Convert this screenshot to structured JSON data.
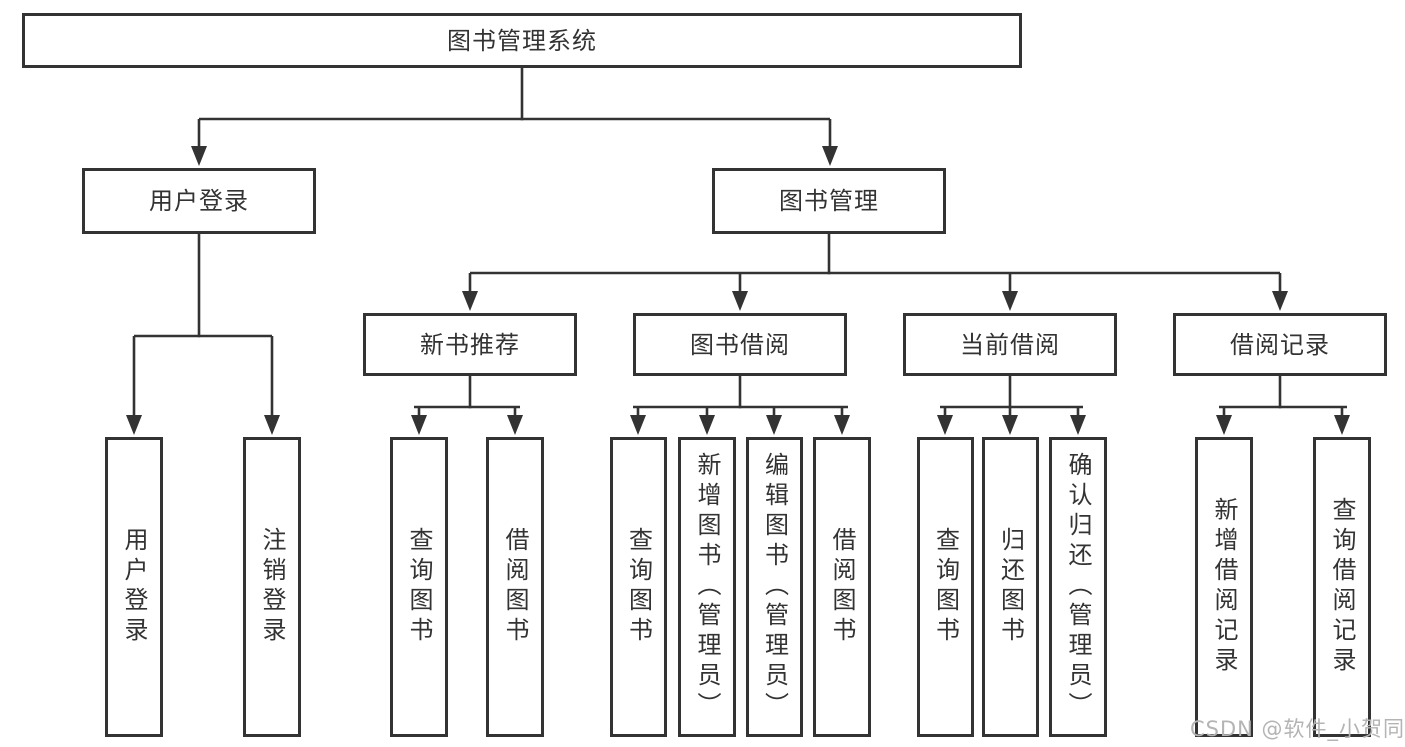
{
  "page": {
    "background_color": "#ffffff"
  },
  "diagram": {
    "type": "hierarchy-tree",
    "title": "图书管理系统",
    "line_color": "#333333",
    "box_border_color": "#333333",
    "box_fill_color": "#ffffff",
    "text_color": "#333333",
    "nodes": [
      {
        "id": "root",
        "label": "图书管理系统",
        "level": 1,
        "parent": null,
        "orientation": "horizontal"
      },
      {
        "id": "user-login",
        "label": "用户登录",
        "level": 2,
        "parent": "root",
        "orientation": "horizontal"
      },
      {
        "id": "book-mgmt",
        "label": "图书管理",
        "level": 2,
        "parent": "root",
        "orientation": "horizontal"
      },
      {
        "id": "new-book-rec",
        "label": "新书推荐",
        "level": 3,
        "parent": "book-mgmt",
        "orientation": "horizontal"
      },
      {
        "id": "book-borrow",
        "label": "图书借阅",
        "level": 3,
        "parent": "book-mgmt",
        "orientation": "horizontal"
      },
      {
        "id": "current-borrow",
        "label": "当前借阅",
        "level": 3,
        "parent": "book-mgmt",
        "orientation": "horizontal"
      },
      {
        "id": "borrow-records",
        "label": "借阅记录",
        "level": 3,
        "parent": "book-mgmt",
        "orientation": "horizontal"
      },
      {
        "id": "leaf-user-login",
        "label": "用户登录",
        "level": 4,
        "parent": "user-login",
        "orientation": "vertical"
      },
      {
        "id": "leaf-logout",
        "label": "注销登录",
        "level": 4,
        "parent": "user-login",
        "orientation": "vertical"
      },
      {
        "id": "leaf-query-book-1",
        "label": "查询图书",
        "level": 4,
        "parent": "new-book-rec",
        "orientation": "vertical"
      },
      {
        "id": "leaf-borrow-book-1",
        "label": "借阅图书",
        "level": 4,
        "parent": "new-book-rec",
        "orientation": "vertical"
      },
      {
        "id": "leaf-query-book-2",
        "label": "查询图书",
        "level": 4,
        "parent": "book-borrow",
        "orientation": "vertical"
      },
      {
        "id": "leaf-add-book",
        "label": "新增图书（管理员）",
        "level": 4,
        "parent": "book-borrow",
        "orientation": "vertical"
      },
      {
        "id": "leaf-edit-book",
        "label": "编辑图书（管理员）",
        "level": 4,
        "parent": "book-borrow",
        "orientation": "vertical"
      },
      {
        "id": "leaf-borrow-book-2",
        "label": "借阅图书",
        "level": 4,
        "parent": "book-borrow",
        "orientation": "vertical"
      },
      {
        "id": "leaf-query-book-3",
        "label": "查询图书",
        "level": 4,
        "parent": "current-borrow",
        "orientation": "vertical"
      },
      {
        "id": "leaf-return-book",
        "label": "归还图书",
        "level": 4,
        "parent": "current-borrow",
        "orientation": "vertical"
      },
      {
        "id": "leaf-confirm-return",
        "label": "确认归还（管理员）",
        "level": 4,
        "parent": "current-borrow",
        "orientation": "vertical"
      },
      {
        "id": "leaf-add-borrow-record",
        "label": "新增借阅记录",
        "level": 4,
        "parent": "borrow-records",
        "orientation": "vertical"
      },
      {
        "id": "leaf-query-borrow-record",
        "label": "查询借阅记录",
        "level": 4,
        "parent": "borrow-records",
        "orientation": "vertical"
      }
    ]
  },
  "watermark": {
    "text": "CSDN @软件_小贺同学",
    "color": "#b4b4b4"
  }
}
